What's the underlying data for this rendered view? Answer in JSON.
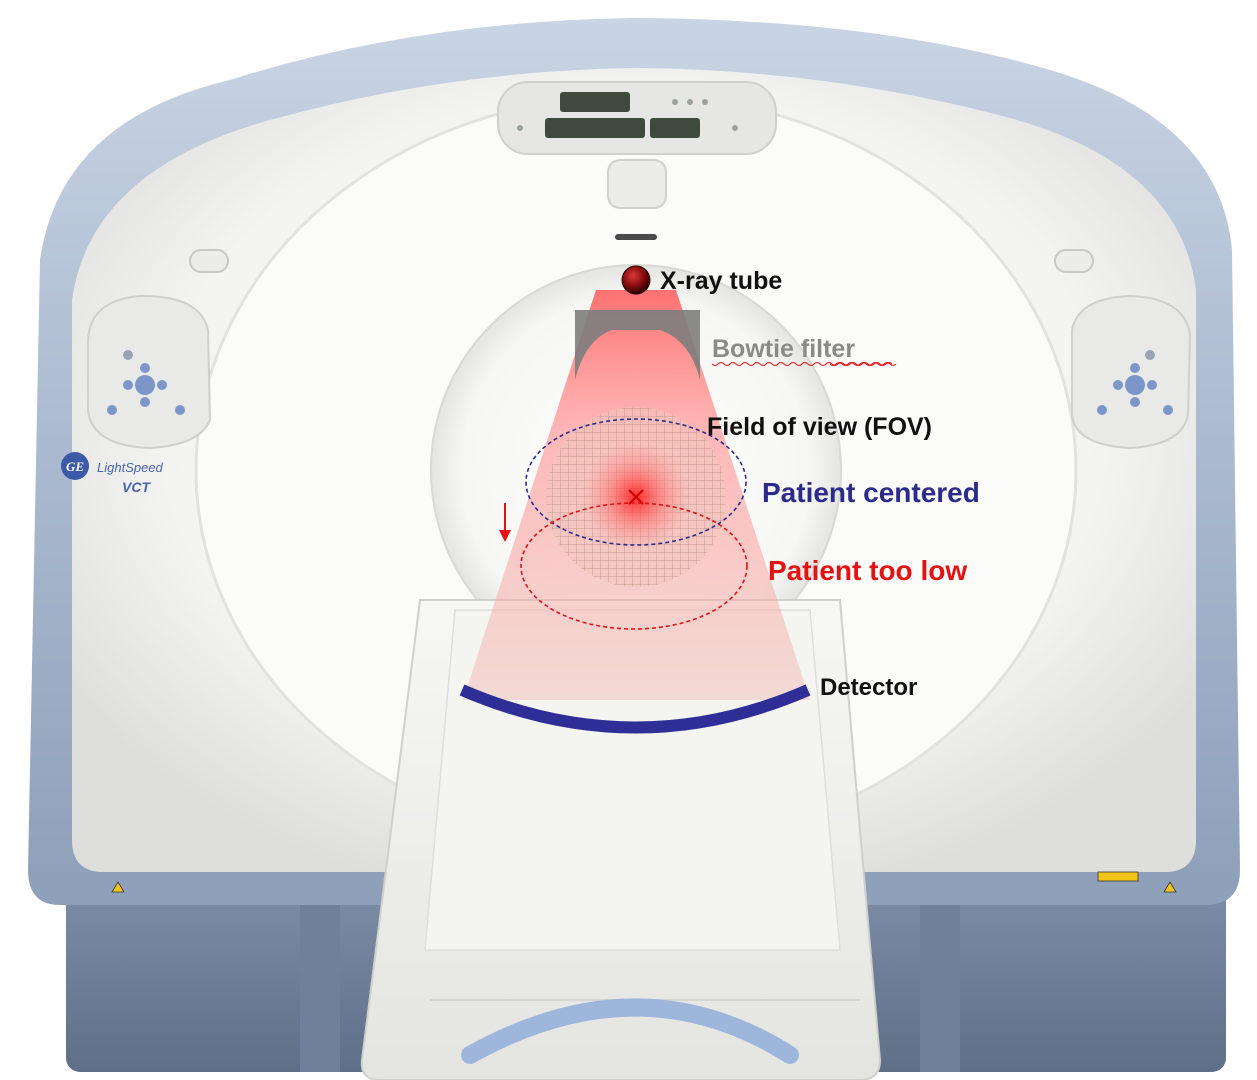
{
  "scanner": {
    "brand_logo": "GE",
    "model_line1": "LightSpeed",
    "model_line2": "VCT"
  },
  "annotations": {
    "xray_tube": "X-ray tube",
    "bowtie_filter": "Bowtie filter",
    "fov": "Field of view (FOV)",
    "patient_centered": "Patient centered",
    "patient_too_low": "Patient too low",
    "detector": "Detector"
  },
  "colors": {
    "centered": "#2b2b8c",
    "too_low": "#e31313",
    "detector": "#2e2e96",
    "tube": "#8a0d0d",
    "gantry_blue": "#9fb0c8"
  }
}
